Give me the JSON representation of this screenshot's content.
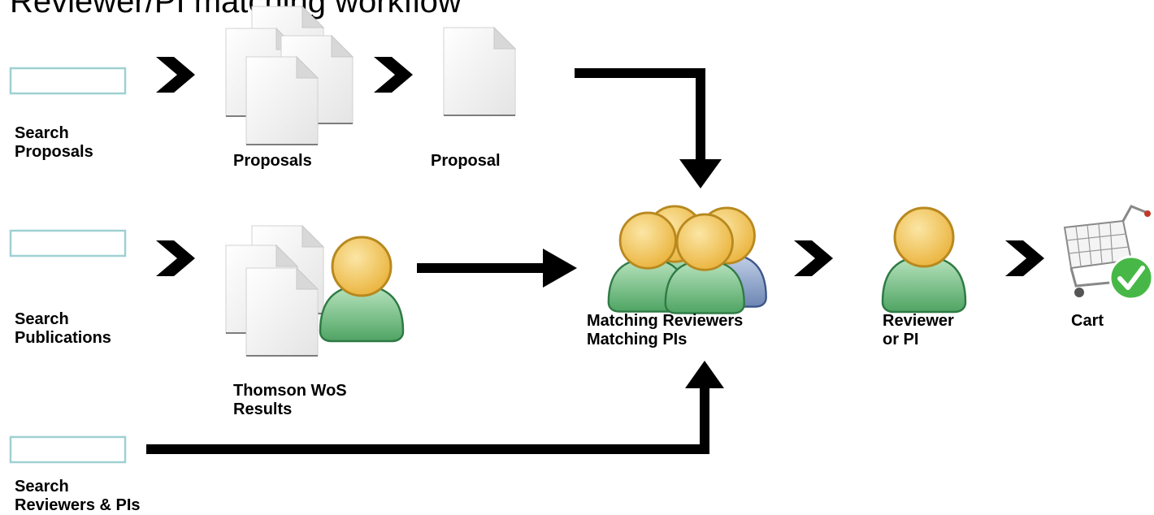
{
  "title": "Reviewer/PI matching workflow",
  "search_proposals_label": "Search\nProposals",
  "search_publications_label": "Search\nPublications",
  "search_reviewers_label": "Search\nReviewers & PIs",
  "proposals_label": "Proposals",
  "proposal_label": "Proposal",
  "wos_results_label": "Thomson WoS\nResults",
  "matching_label": "Matching Reviewers\nMatching PIs",
  "reviewer_label": "Reviewer\nor PI",
  "cart_label": "Cart",
  "colors": {
    "search_box_border": "#9fd0d2",
    "head_fill": "#f2bf4a",
    "head_stroke": "#b8891f",
    "body_green": "#7fc68d",
    "body_blue": "#8fa6c8",
    "check_green": "#47b847",
    "arrow": "#000000"
  }
}
